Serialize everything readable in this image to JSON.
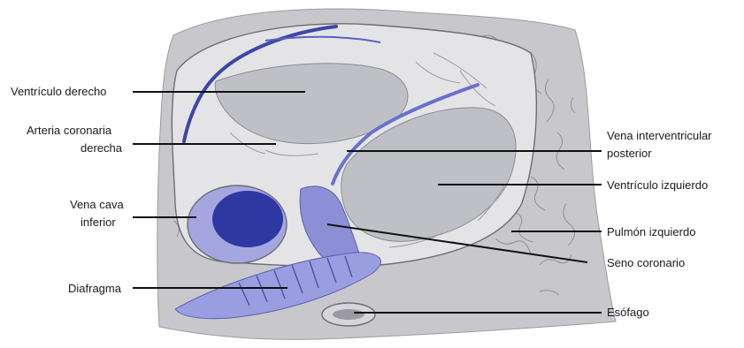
{
  "labels": {
    "ventriculo_derecho": "Ventrículo derecho",
    "arteria_coronaria_1": "Arteria coronaria",
    "arteria_coronaria_2": "derecha",
    "vena_cava_1": "Vena cava",
    "vena_cava_2": "inferior",
    "diafragma": "Diafragma",
    "vena_interventricular_1": "Vena interventricular",
    "vena_interventricular_2": "posterior",
    "ventriculo_izquierdo": "Ventrículo izquierdo",
    "pulmon_izquierdo": "Pulmón izquierdo",
    "seno_coronario": "Seno coronario",
    "esofago": "Esófago"
  },
  "colors": {
    "background_tissue": "#c8c8cc",
    "heart_wall": "#e4e4e7",
    "chamber": "#bfc0c6",
    "vessel_dark": "#3d46a8",
    "vessel_light": "#8c8fd6",
    "outline": "#6c6c74",
    "leader_line": "#111111"
  }
}
